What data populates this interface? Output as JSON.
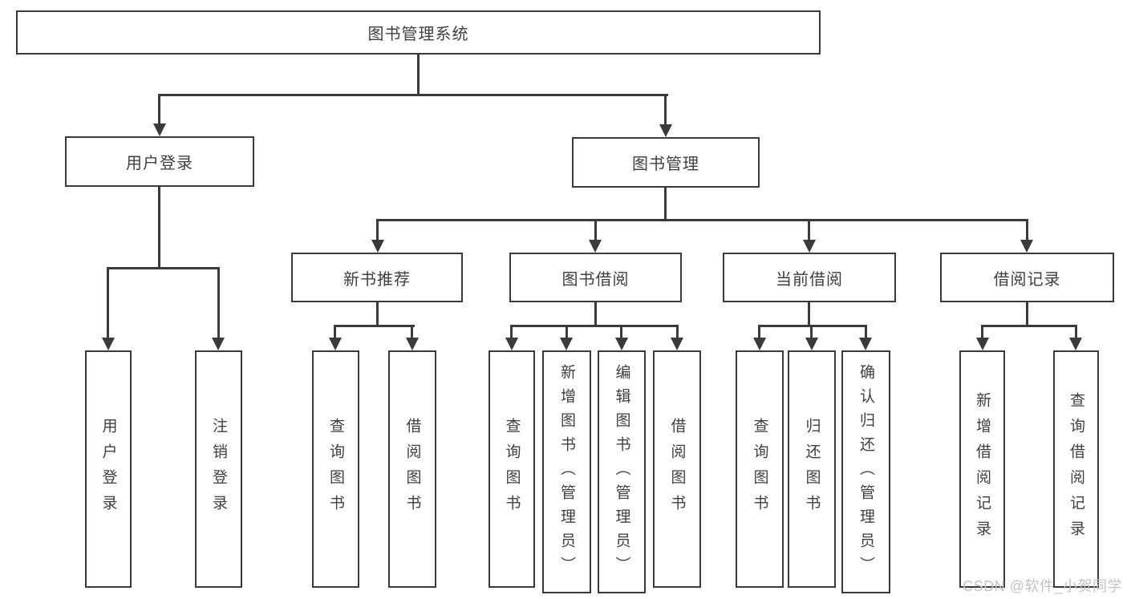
{
  "root": {
    "label": "图书管理系统"
  },
  "level2": {
    "user_login": {
      "label": "用户登录"
    },
    "book_management": {
      "label": "图书管理"
    }
  },
  "level3": {
    "new_book": {
      "label": "新书推荐"
    },
    "book_borrow": {
      "label": "图书借阅"
    },
    "current_borrow": {
      "label": "当前借阅"
    },
    "borrow_record": {
      "label": "借阅记录"
    }
  },
  "leaves": {
    "user_login": {
      "login": "用户登录",
      "logout": "注销登录"
    },
    "new_book": {
      "query": "查询图书",
      "borrow": "借阅图书"
    },
    "book_borrow": {
      "query": "查询图书",
      "add": "新增图书（管理员）",
      "edit": "编辑图书（管理员）",
      "borrow": "借阅图书"
    },
    "current_borrow": {
      "query": "查询图书",
      "return": "归还图书",
      "confirm": "确认归还（管理员）"
    },
    "borrow_record": {
      "add": "新增借阅记录",
      "query": "查询借阅记录"
    }
  },
  "watermark": {
    "text": "CSDN @软件_小贺同学"
  },
  "colors": {
    "line": "#3a3a3a",
    "text": "#3f3f3f",
    "watermark": "#c3c3c6",
    "background": "#ffffff"
  }
}
